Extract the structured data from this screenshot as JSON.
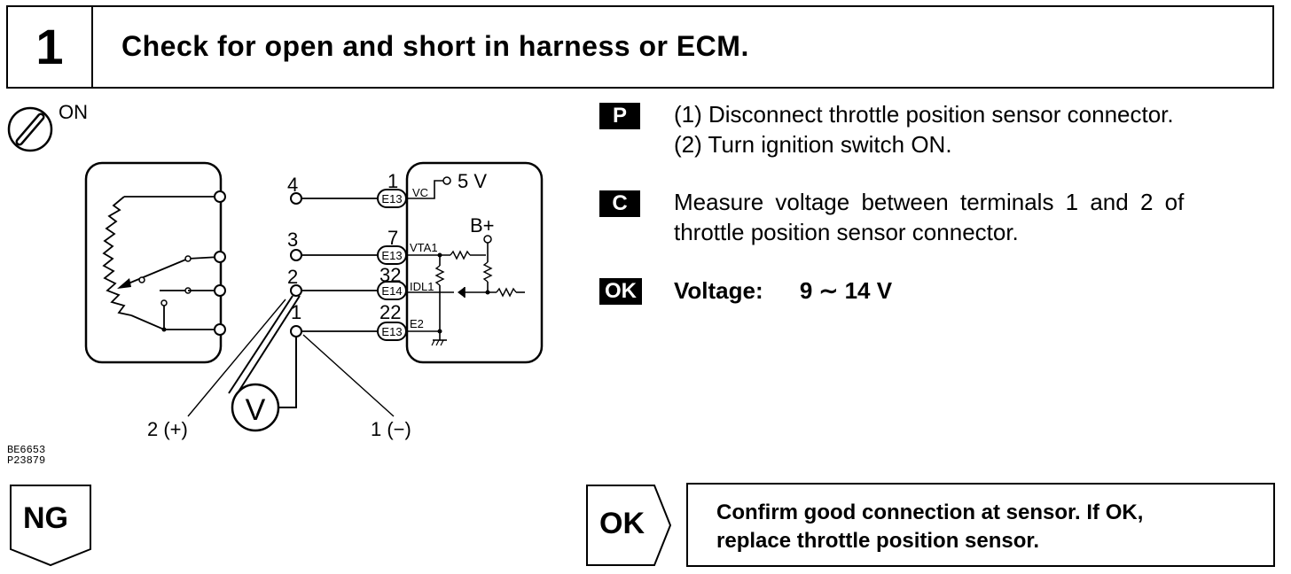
{
  "header": {
    "step_number": "1",
    "title": "Check for open and short in harness or ECM."
  },
  "ignition": {
    "label": "ON"
  },
  "diagram": {
    "ecm_terminals": [
      {
        "pin": "1",
        "connector": "E13",
        "signal": "VC"
      },
      {
        "pin": "7",
        "connector": "E13",
        "signal": "VTA1"
      },
      {
        "pin": "32",
        "connector": "E14",
        "signal": "IDL1"
      },
      {
        "pin": "22",
        "connector": "E13",
        "signal": "E2"
      }
    ],
    "sensor_terminals": [
      "4",
      "3",
      "2",
      "1"
    ],
    "supply_label": "5 V",
    "battery_label": "B+",
    "meter_symbol": "V",
    "probe_positive": "2 (+)",
    "probe_negative": "1 (−)",
    "codes": [
      "BE6653",
      "P23879"
    ]
  },
  "instructions": {
    "prep_tag": "P",
    "prep_lines": [
      "(1) Disconnect throttle position sensor connector.",
      "(2) Turn ignition switch ON."
    ],
    "check_tag": "C",
    "check_lines": [
      "Measure voltage between terminals 1 and 2 of",
      "throttle position sensor connector."
    ],
    "ok_tag": "OK",
    "spec_label": "Voltage:",
    "spec_value": "9 ∼ 14 V"
  },
  "result": {
    "ng_label": "NG",
    "ok_label": "OK",
    "ok_action_lines": [
      "Confirm good connection at sensor. If OK,",
      "replace throttle position sensor."
    ]
  }
}
